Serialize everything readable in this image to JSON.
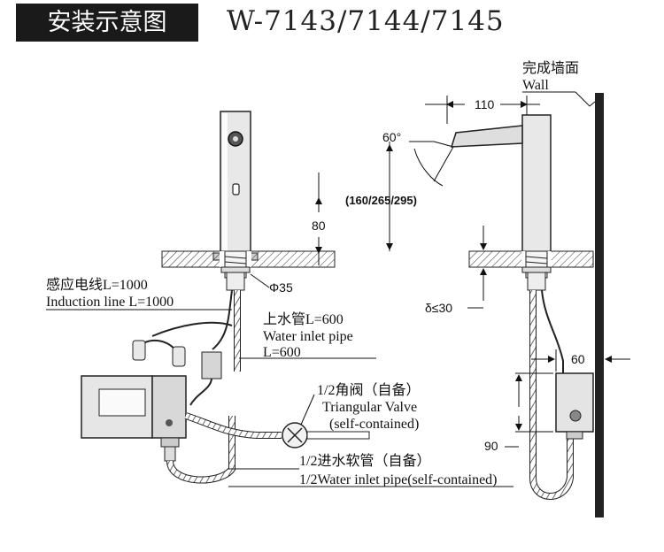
{
  "header": {
    "title": "安装示意图",
    "model": "W-7143/7144/7145"
  },
  "left_view": {
    "height_dim": "80",
    "diameter": "Φ35",
    "induction_cn": "感应电线L=1000",
    "induction_en": "Induction line L=1000",
    "inlet_cn": "上水管L=600",
    "inlet_en": "Water inlet pipe",
    "inlet_len": "L=600",
    "valve_cn": "1/2角阀（自备）",
    "valve_en": "Triangular Valve",
    "valve_note": "(self-contained)",
    "hose_cn": "1/2进水软管（自备）",
    "hose_en": "1/2Water inlet pipe(self-contained)"
  },
  "right_view": {
    "wall_cn": "完成墙面",
    "wall_en": "Wall",
    "spout_dim": "110",
    "angle": "60°",
    "heights": "(160/265/295)",
    "thickness": "δ≤30",
    "box_offset": "60",
    "box_height": "90"
  }
}
